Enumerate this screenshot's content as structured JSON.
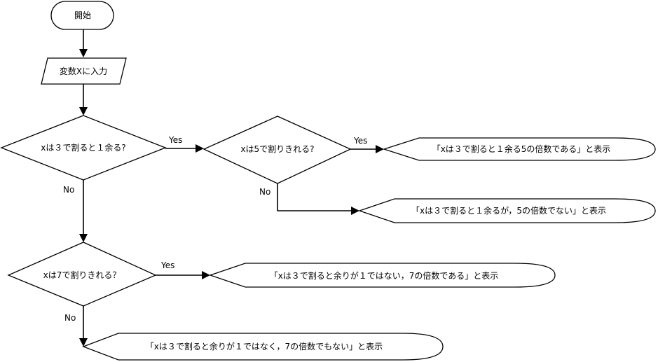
{
  "nodes": {
    "start": "開始",
    "input": "変数Xに入力",
    "cond1": "xは３で割ると１余る?",
    "cond2": "xは5で割りきれる?",
    "cond3": "xは7で割りきれる？",
    "out1": "「xは３で割ると１余る5の倍数である」と表示",
    "out2": "「xは３で割ると１余るが，5の倍数でない」と表示",
    "out3": "「xは３で割ると余りが１ではない，7の倍数である」と表示",
    "out4": "「xは３で割ると余りが１ではなく，7の倍数でもない」と表示"
  },
  "edges": {
    "c1_yes": "Yes",
    "c1_no": "No",
    "c2_yes": "Yes",
    "c2_no": "No",
    "c3_yes": "Yes",
    "c3_no": "No"
  }
}
